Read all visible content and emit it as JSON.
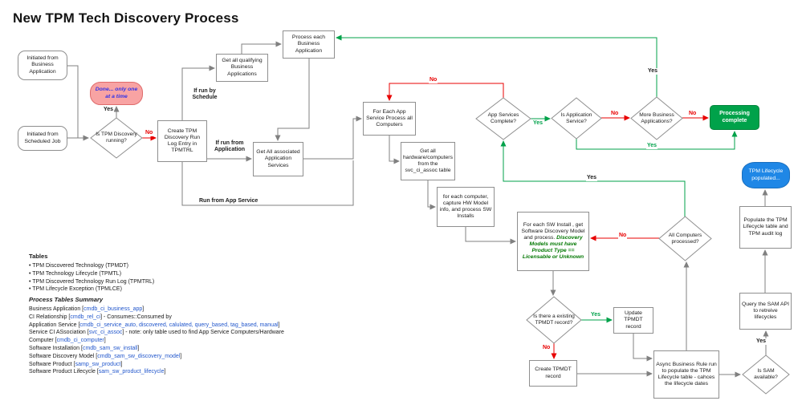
{
  "title": "New TPM Tech Discovery Process",
  "nodes": {
    "init_business": {
      "label": "Initiated from Business Application"
    },
    "init_scheduled": {
      "label": "Initiated from Scheduled Job"
    },
    "done": {
      "label": "Done... only one at a time"
    },
    "is_tpm_running": {
      "label": "Is TPM Discovery running?"
    },
    "create_tpmtrl": {
      "label": "Create TPM Discovery Run Log Entry in TPMTRL"
    },
    "get_qualifying": {
      "label": "Get all qualifying Business Applications"
    },
    "process_each_ba": {
      "label": "Process each Business Application"
    },
    "get_assoc_services": {
      "label": "Get All associated Application Services"
    },
    "for_each_app_service": {
      "label": "For Each App Service Process all Computers"
    },
    "get_hardware": {
      "label": "Get all hardware/computers from the svc_ci_assoc table"
    },
    "for_each_computer": {
      "label": "for each computer, capture HW Model info, and process SW Installs"
    },
    "app_services_complete": {
      "label": "App Services Complete?"
    },
    "is_application_service": {
      "label": "Is Application Service?"
    },
    "more_business_apps": {
      "label": "More Business Applications?"
    },
    "processing_complete": {
      "label": "Processing complete"
    },
    "for_each_sw_install": {
      "text": "For each SW Install , get Software Discovery Model and process. ",
      "emphasis": "Discovery Models must have Product Type == Licensable or Unknown"
    },
    "all_computers_processed": {
      "label": "All Computers processed?"
    },
    "tpm_lifecycle_populated": {
      "label": "TPM Lifecycle populated..."
    },
    "populate_tpm_lifecycle": {
      "label": "Populate the TPM Lifecycle table and TPM audit log"
    },
    "existing_tpmdt": {
      "label": "Is there a existing TPMDT record?"
    },
    "update_tpmdt": {
      "label": "Update TPMDT record"
    },
    "create_tpmdt": {
      "label": "Create TPMDT record"
    },
    "async_rule": {
      "label": "Async Business Rule run to populate the TPM Lifecycle table - cahces the lifecycle dates"
    },
    "query_sam": {
      "label": "Query the SAM API to retreive lifecycles"
    },
    "is_sam_available": {
      "label": "Is SAM available?"
    }
  },
  "edge_labels": {
    "yes_tpm": "Yes",
    "no_tpm": "No",
    "if_run_by_schedule": "If run by Schedule",
    "if_run_from_application": "If run from Application",
    "run_from_app_service": "Run from App Service",
    "no_app_services": "No",
    "yes_app_services": "Yes",
    "no_is_app_service": "No",
    "no_more_bas": "No",
    "yes_more_bas": "Yes",
    "yes_is_app_service": "Yes",
    "yes_all_computers": "Yes",
    "no_all_computers": "No",
    "yes_existing_tpmdt": "Yes",
    "no_existing_tpmdt": "No",
    "yes_sam": "Yes"
  },
  "tables_block": {
    "heading": "Tables",
    "items": [
      "TPM Discovered Technology (TPMDT)",
      "TPM Technology Lifecycle (TPMTL)",
      "TPM Discovered Technology Run Log (TPMTRL)",
      "TPM Lifecycle Exception (TPMLCE)"
    ]
  },
  "process_tables": {
    "heading": "Process Tables Summary",
    "lines": [
      "Business Application [cmdb_ci_business_app]",
      "CI Relationship [cmdb_rel_ci] - Consumes::Consumed by",
      "Application Service [cmdb_ci_service_auto, discovered, calulated, query_based, tag_based, manual]",
      "Service CI ASsociation [svc_ci_assoc] - note: only table used to find App Service Computers/Hardware",
      "Computer [cmdb_ci_computer]",
      "Software Installation [cmdb_sam_sw_install]",
      "Software Discovery Model [cmdb_sam_sw_discovery_model]",
      "Software Product [samp_sw_product]",
      "Software Product Lifecycle [sam_sw_product_lifecycle]"
    ]
  },
  "colors": {
    "edge_gray": "#808080",
    "edge_red": "#e80000",
    "edge_green": "#00a24a",
    "done_fill": "#f8a3a3",
    "done_text": "#3032e8",
    "complete_fill": "#00a24a",
    "lifecycle_fill": "#1f87e6",
    "table_ref_blue": "#2257cc",
    "emphasis_green": "#017701"
  }
}
